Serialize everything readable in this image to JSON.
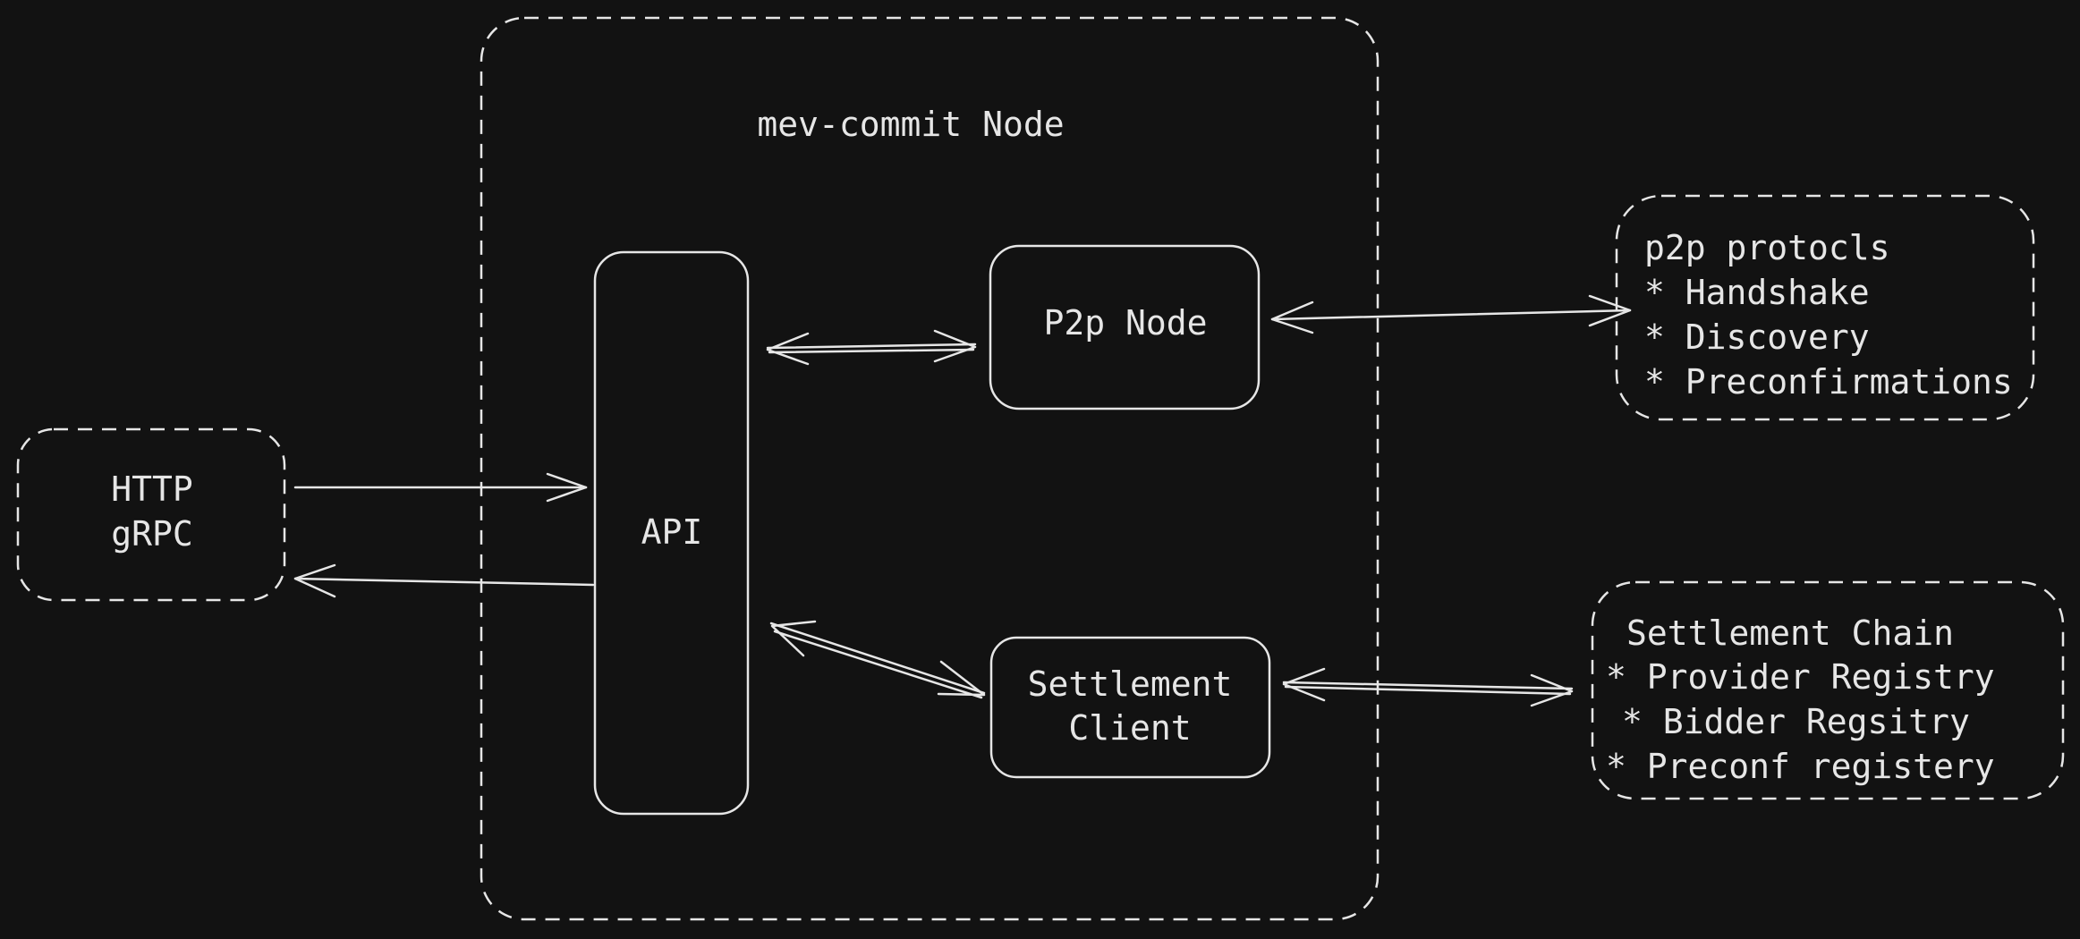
{
  "diagram": {
    "node_container": {
      "title": "mev-commit Node"
    },
    "api_box": {
      "label": "API"
    },
    "p2p_node_box": {
      "label": "P2p Node"
    },
    "settlement_client_box": {
      "line1": "Settlement",
      "line2": "Client"
    },
    "http_grpc_box": {
      "line1": "HTTP",
      "line2": "gRPC"
    },
    "p2p_protocols_box": {
      "title": "p2p protocls",
      "items": [
        "* Handshake",
        "* Discovery",
        "* Preconfirmations"
      ]
    },
    "settlement_chain_box": {
      "title": "Settlement Chain",
      "items": [
        "* Provider Registry",
        "* Bidder Regsitry",
        "* Preconf registery"
      ]
    },
    "colors": {
      "background": "#121212",
      "stroke": "#e6e6e6",
      "text": "#e6e6e6"
    }
  }
}
